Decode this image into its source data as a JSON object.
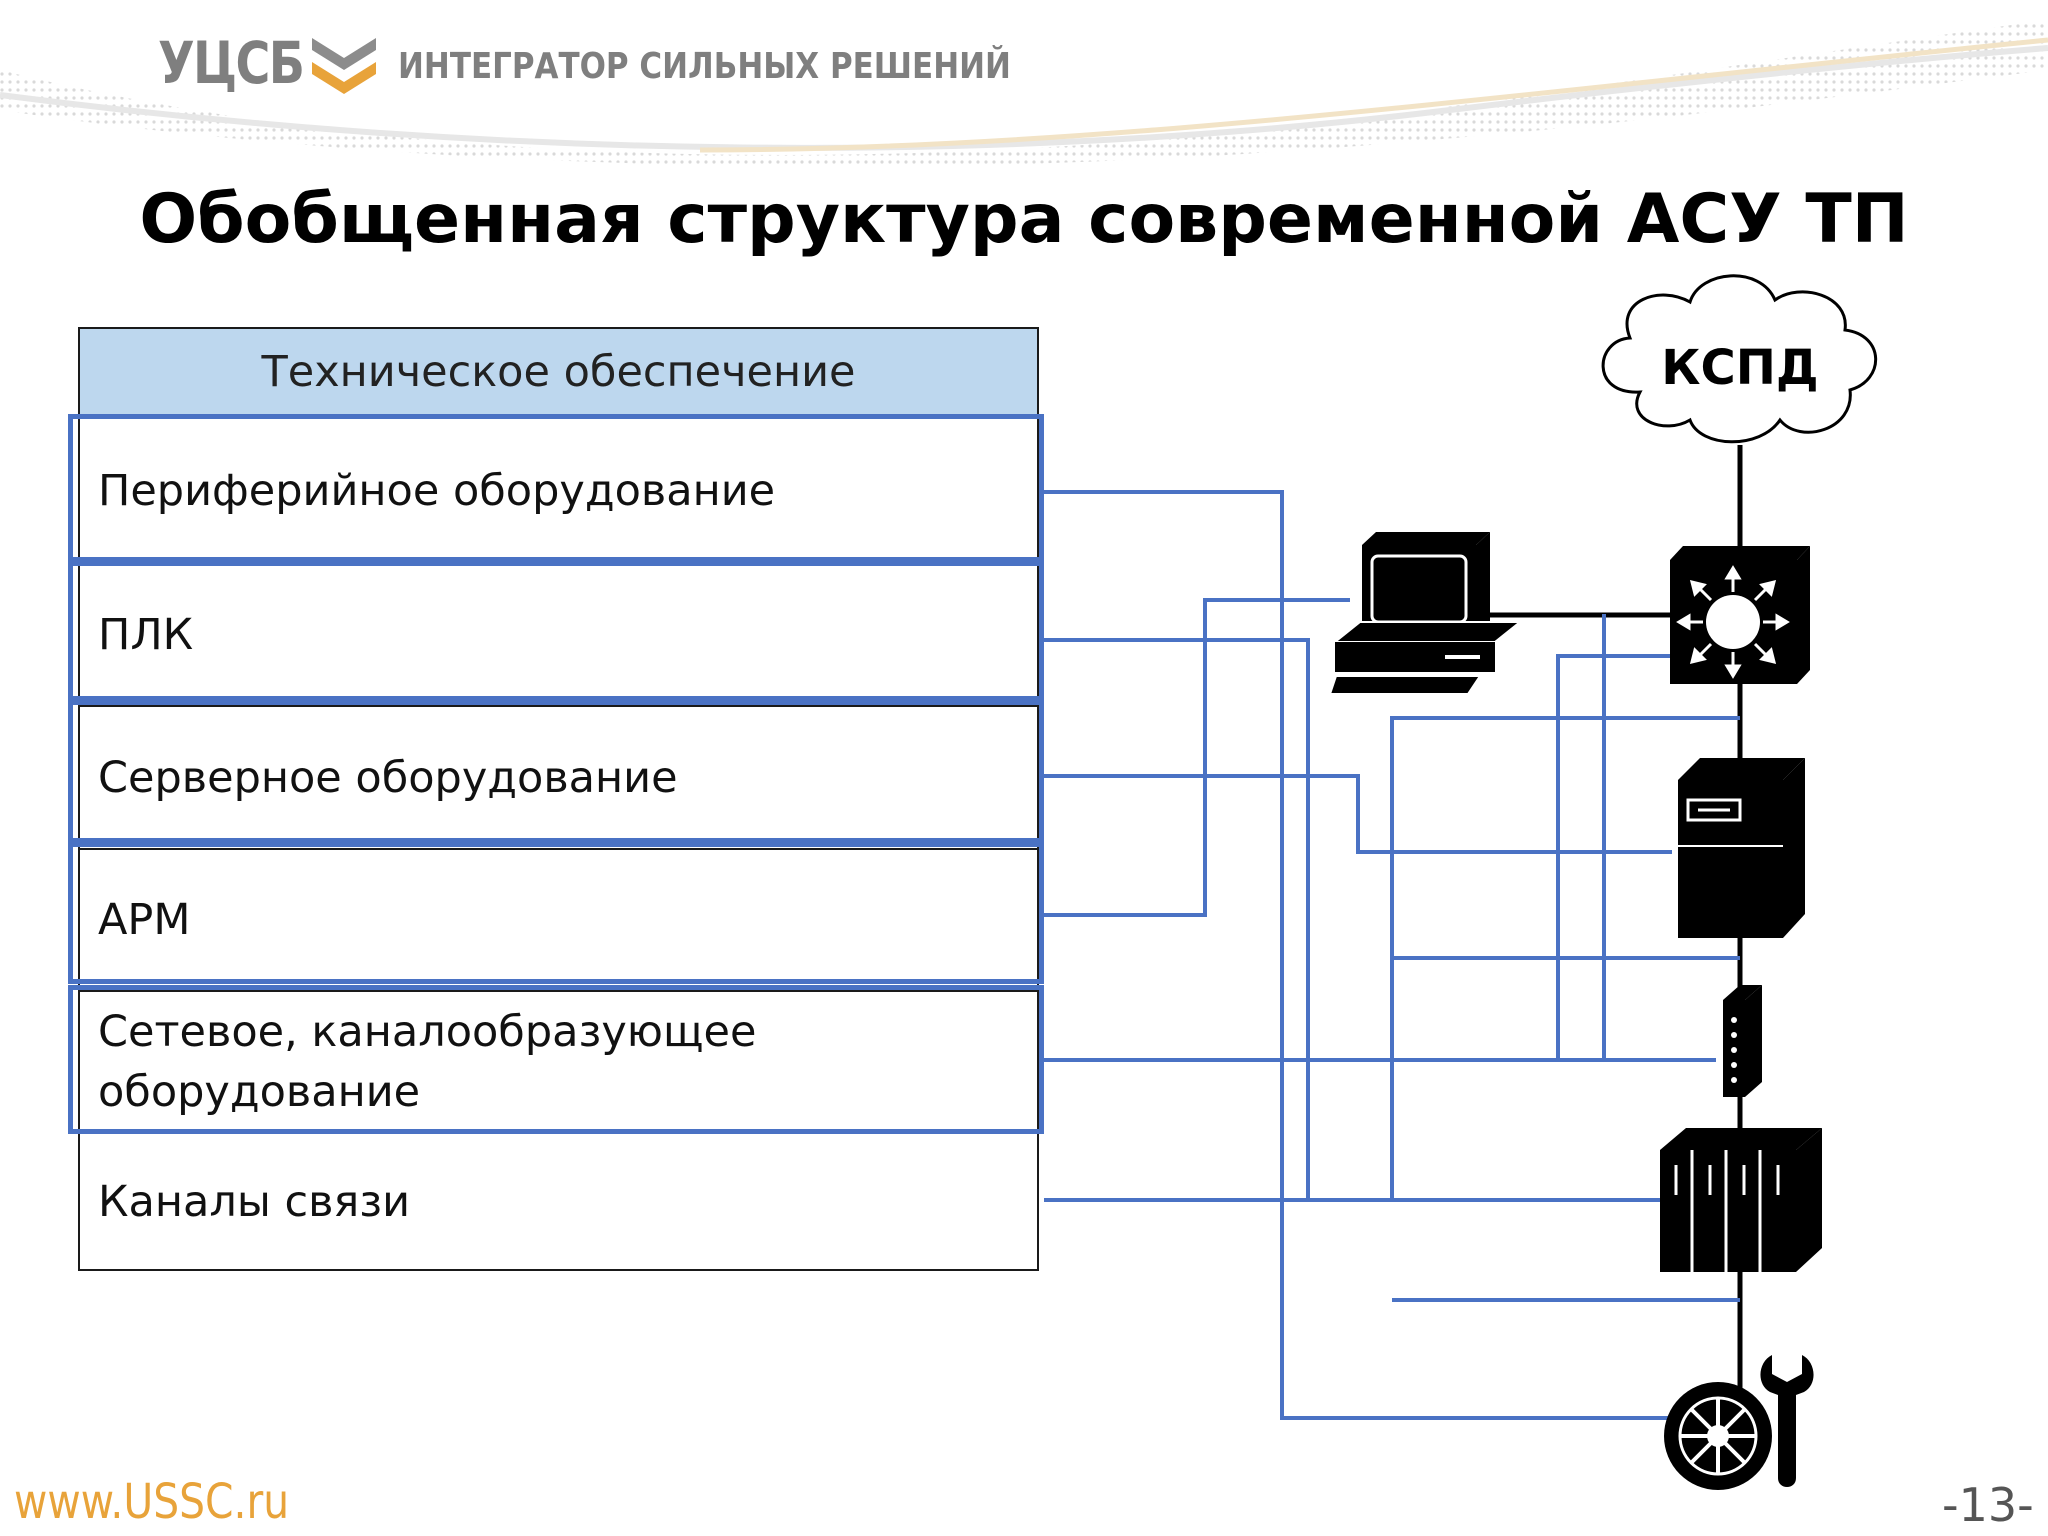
{
  "header": {
    "logo_text": "УЦСБ",
    "tagline": "ИНТЕГРАТОР СИЛЬНЫХ РЕШЕНИЙ",
    "brand_color": "#e8a33a"
  },
  "title": "Обобщенная структура современной АСУ ТП",
  "table": {
    "header": "Техническое обеспечение",
    "rows": [
      {
        "line1": "Периферийное оборудование",
        "line2": ""
      },
      {
        "line1": "ПЛК",
        "line2": ""
      },
      {
        "line1": "Серверное оборудование",
        "line2": ""
      },
      {
        "line1": "АРМ",
        "line2": ""
      },
      {
        "line1": "Сетевое, каналообразующее",
        "line2": "оборудование"
      },
      {
        "line1": "Каналы связи",
        "line2": ""
      }
    ]
  },
  "network": {
    "cloud_label": "КСПД",
    "devices": [
      "workstation-icon",
      "switch-icon",
      "server-icon",
      "modem-icon",
      "plc-icon",
      "field-equipment-icon"
    ],
    "link_color": "#4a72c4"
  },
  "footer": {
    "url": "www.USSC.ru",
    "page_number": "-13-"
  }
}
